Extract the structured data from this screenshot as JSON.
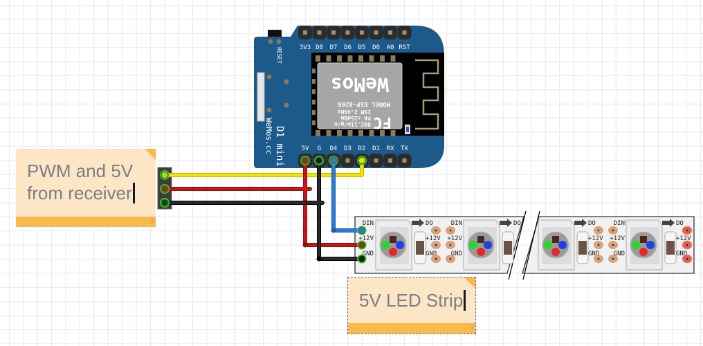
{
  "canvas": {
    "grid": true
  },
  "board": {
    "name": "D1 mini",
    "brand": "WeMos.cc",
    "reset_label": "RESET",
    "top_pins": [
      "3V3",
      "D8",
      "D7",
      "D6",
      "D5",
      "D0",
      "A0",
      "RST"
    ],
    "bottom_pins": [
      "5V",
      "G",
      "D4",
      "D3",
      "D2",
      "D1",
      "RX",
      "TX"
    ],
    "module": {
      "brand": "WeMos",
      "fcc": "FC",
      "lines": [
        "MODEL  ESP-8266",
        "ISM 2.4GHz",
        "PA +25dBm",
        "802.11b/g/n"
      ]
    },
    "colors": {
      "pcb": "#1d5a8c",
      "header": "#2b2b2b",
      "chip": "#a6a6a6"
    }
  },
  "strip": {
    "segments": [
      {
        "in_labels": [
          "DIN",
          "+12V",
          "GND"
        ],
        "out_labels": [
          "DO",
          "+12V",
          "GND"
        ]
      },
      {
        "in_labels": [
          "DIN",
          "+12V",
          "GND"
        ],
        "out_labels": [
          "DO"
        ]
      },
      {
        "in_labels": [],
        "out_labels": [
          "DO",
          "+12V",
          "GND"
        ]
      },
      {
        "in_labels": [
          "DIN",
          "+12V",
          "GND"
        ],
        "out_labels": [
          "DO",
          "+12V",
          "GND"
        ]
      }
    ],
    "led_colors": {
      "r": "#e8262a",
      "g": "#25d62d",
      "b": "#1f3fe8",
      "w": "#4a2a16"
    }
  },
  "wires": [
    {
      "name": "yellow-wire",
      "color": "#f2e600",
      "from": "connector pin 1",
      "to": "D2"
    },
    {
      "name": "red-wire",
      "color": "#cc1414",
      "from": "connector pin 2",
      "to": "5V / strip +12V"
    },
    {
      "name": "black-wire",
      "color": "#222222",
      "from": "connector pin 3",
      "to": "G / strip GND"
    },
    {
      "name": "blue-wire",
      "color": "#2b7ad9",
      "from": "D4",
      "to": "strip DIN"
    }
  ],
  "notes": [
    {
      "text": "PWM and 5V\nfrom receiver"
    },
    {
      "text": "5V LED Strip"
    }
  ]
}
